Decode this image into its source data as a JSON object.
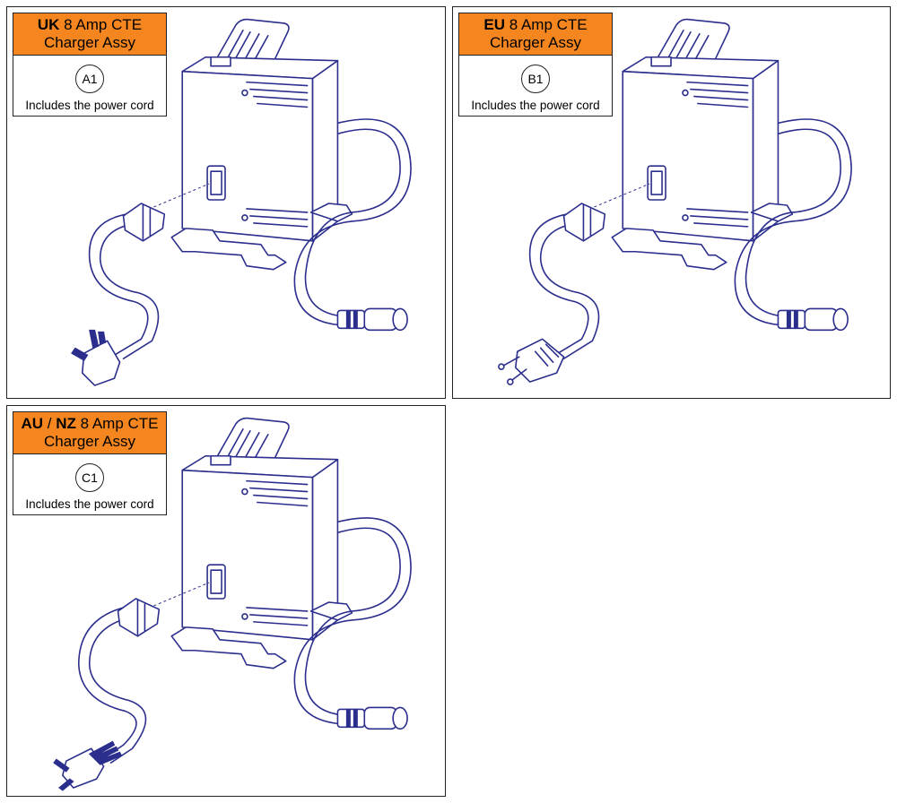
{
  "panels": [
    {
      "region": "UK",
      "title_rest": " 8 Amp CTE",
      "title_line2": "Charger Assy",
      "callout": "A1",
      "note": "Includes the power cord",
      "plug_type": "uk-plug-icon"
    },
    {
      "region": "EU",
      "title_rest": " 8 Amp CTE",
      "title_line2": "Charger Assy",
      "callout": "B1",
      "note": "Includes the power cord",
      "plug_type": "eu-schuko-plug-icon"
    },
    {
      "region": "AU",
      "region_separator": " / ",
      "region2": "NZ",
      "title_rest": " 8 Amp CTE",
      "title_line2": "Charger Assy",
      "callout": "C1",
      "note": "Includes the power cord",
      "plug_type": "au-nz-plug-icon"
    }
  ],
  "colors": {
    "label_header": "#f5861f",
    "line_art": "#2b2e8c",
    "border": "#222222"
  }
}
